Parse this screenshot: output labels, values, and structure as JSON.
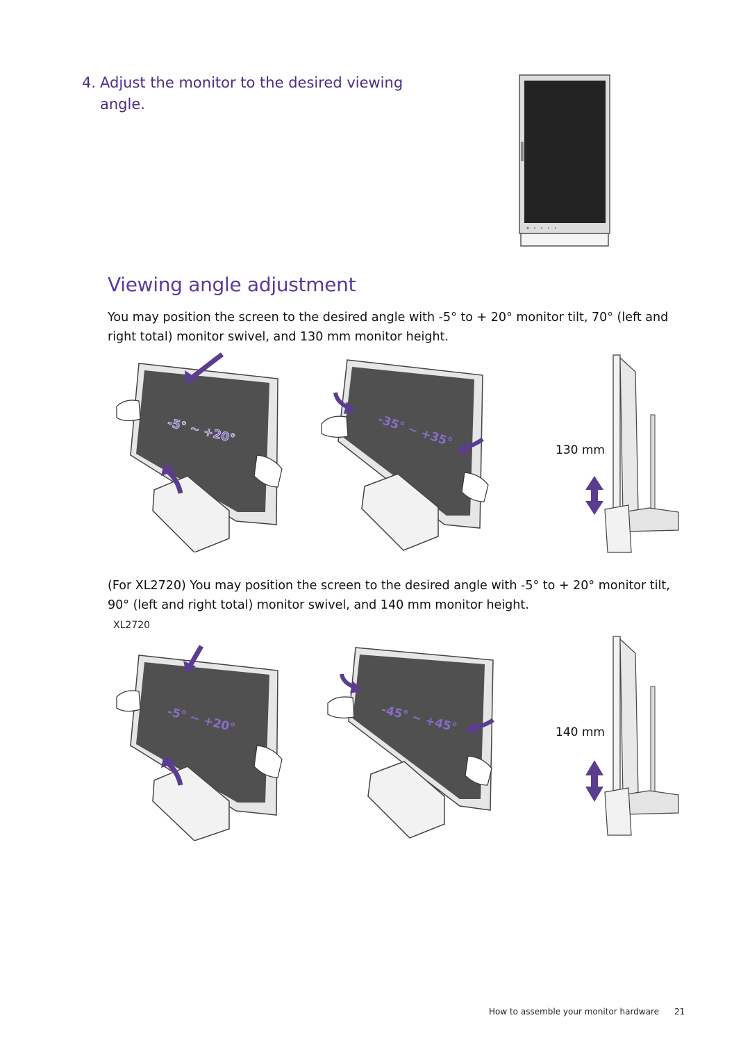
{
  "step": {
    "number": "4.",
    "text": "Adjust the monitor to the desired viewing angle."
  },
  "section": {
    "title": "Viewing angle adjustment",
    "paragraph1": "You may position the screen to the desired angle with -5° to + 20° monitor tilt, 70° (left and right total) monitor swivel, and 130 mm monitor height.",
    "paragraph2": "(For XL2720) You may position the screen to the desired angle with -5° to + 20° monitor tilt, 90° (left and right total) monitor swivel, and 140 mm monitor height.",
    "model_label": "XL2720"
  },
  "figures": {
    "row1": {
      "tilt_label": "-5° ~ +20°",
      "swivel_label": "-35° ~ +35°",
      "height_label": "130 mm"
    },
    "row2": {
      "tilt_label": "-5° ~ +20°",
      "swivel_label": "-45° ~ +45°",
      "height_label": "140 mm"
    }
  },
  "footer": {
    "text": "How to assemble your monitor hardware",
    "page": "21"
  },
  "colors": {
    "accent": "#5b3a9a",
    "arrow": "#5a3d8f",
    "screen": "#4f4f4f"
  }
}
